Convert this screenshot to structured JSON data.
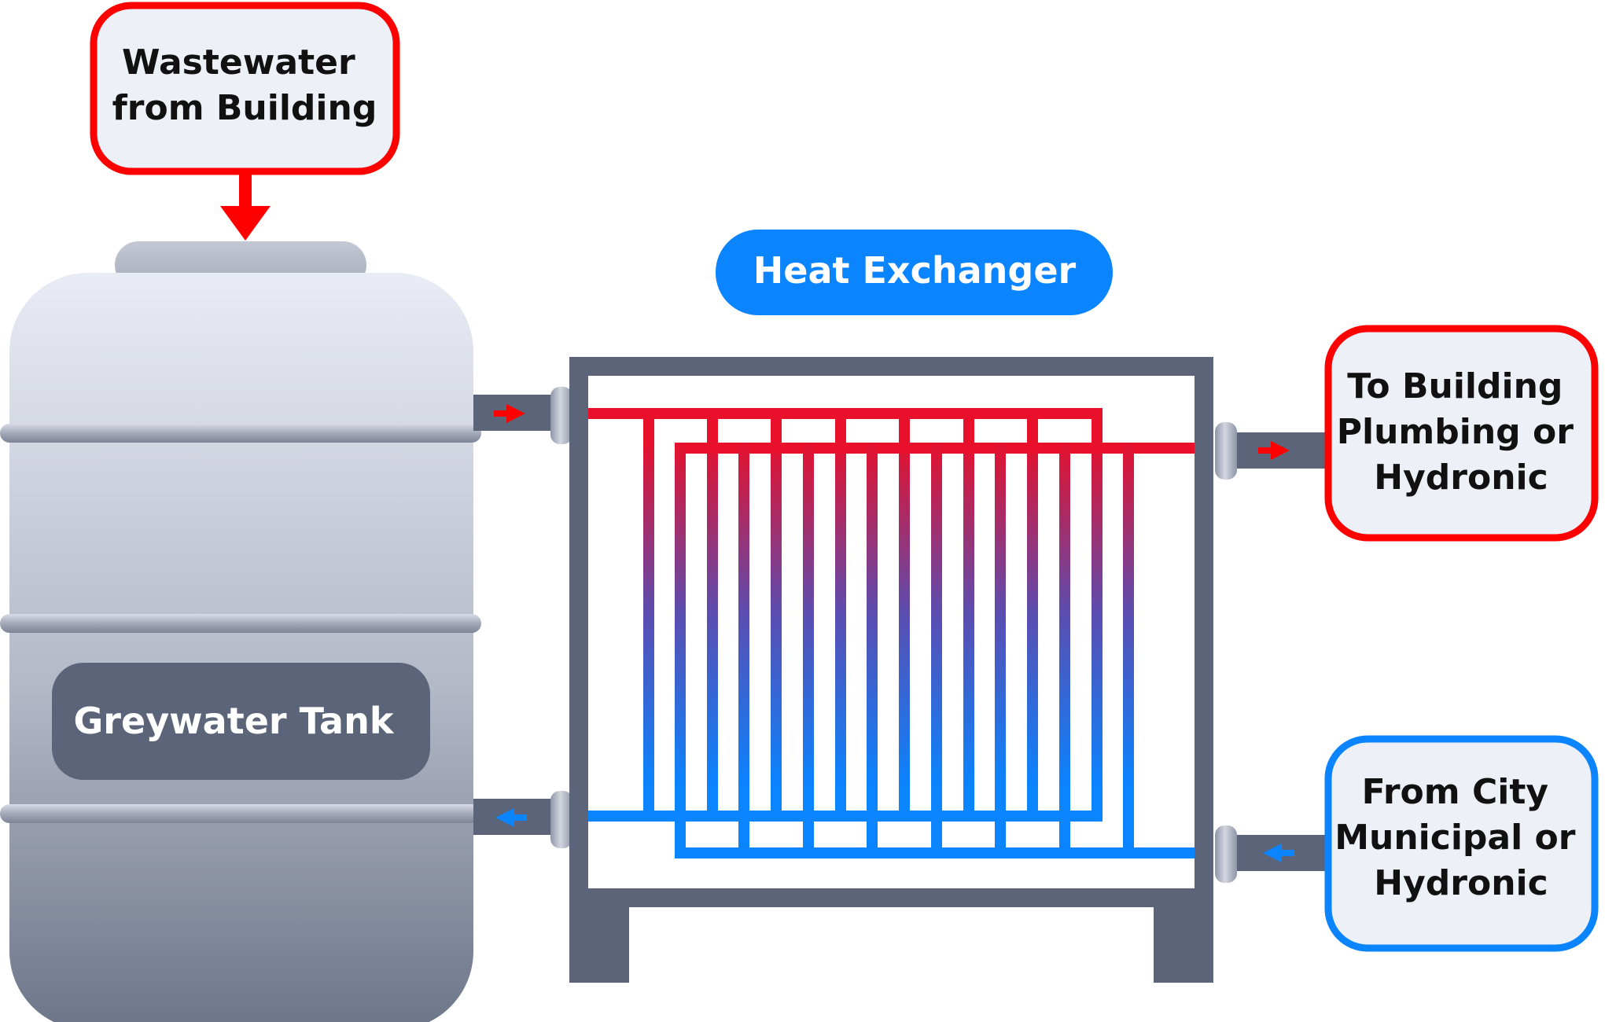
{
  "labels": {
    "wastewater": [
      "Wastewater",
      "from Building"
    ],
    "heat_exchanger": "Heat Exchanger",
    "to_building": [
      "To Building",
      "Plumbing or",
      "Hydronic"
    ],
    "from_city": [
      "From City",
      "Municipal or",
      "Hydronic"
    ],
    "tank": "Greywater Tank"
  },
  "colors": {
    "hot": "#ff0000",
    "cold": "#0a84ff",
    "frame": "#5b6478",
    "box_fill": "#eef0f8",
    "tank_top": "#e8ebf4",
    "tank_bottom": "#6f778b",
    "text_dark": "#111111",
    "text_light": "#ffffff"
  },
  "icons": {
    "flow_down": "arrow-down-icon",
    "flow_right": "arrow-right-icon",
    "flow_left": "arrow-left-icon"
  }
}
